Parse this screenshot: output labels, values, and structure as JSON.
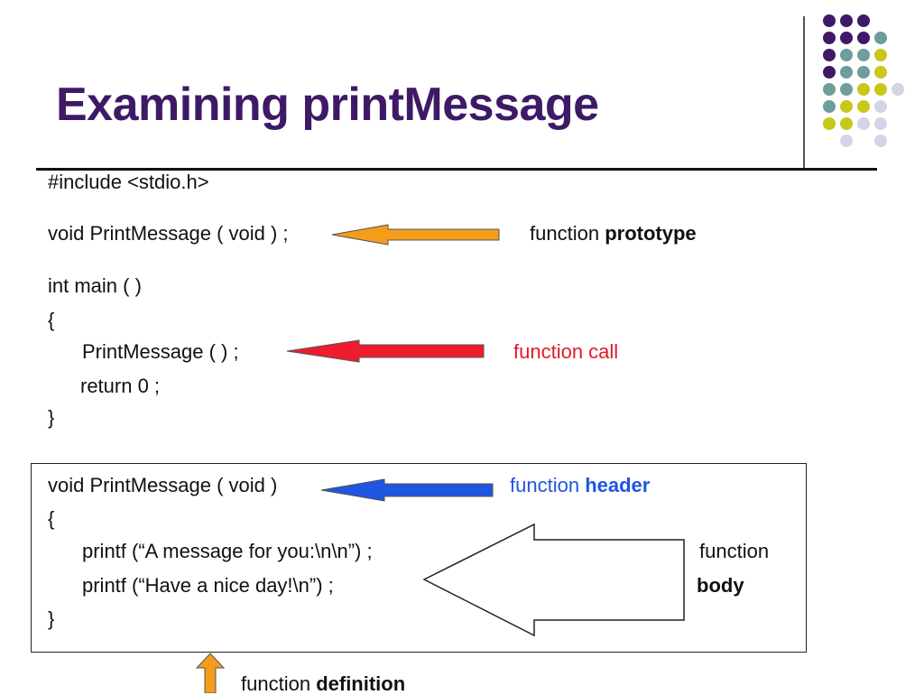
{
  "slide": {
    "title": "Examining printMessage"
  },
  "colors": {
    "title": "#3e1a66",
    "dot_purple": "#3e1a66",
    "dot_teal": "#6f9c9c",
    "dot_yellow": "#c8c81a",
    "dot_lavender": "#d4d4e8",
    "arrow_prototype": "#f59c1a",
    "arrow_call": "#ee1c2e",
    "arrow_header": "#1f55e0",
    "arrow_definition": "#f59c1a",
    "label_call": "#e01928",
    "label_header": "#1f55e0"
  },
  "code": {
    "include": "#include <stdio.h>",
    "prototype": "void PrintMessage ( void ) ;",
    "main_sig": "int main ( )",
    "open_brace_main": "{",
    "call": "PrintMessage ( ) ;",
    "return": "return 0 ;",
    "close_brace_main": "}",
    "def_header": "void PrintMessage ( void )",
    "open_brace_def": "{",
    "printf1": "printf (“A message for you:\\n\\n”) ;",
    "printf2": "printf (“Have a nice day!\\n”) ;",
    "close_brace_def": "}"
  },
  "labels": {
    "prototype_word": "function",
    "prototype_bold": "prototype",
    "call": "function call",
    "header_word": "function",
    "header_bold": "header",
    "body_word": "function",
    "body_bold": "body",
    "definition_word": "function",
    "definition_bold": "definition"
  }
}
